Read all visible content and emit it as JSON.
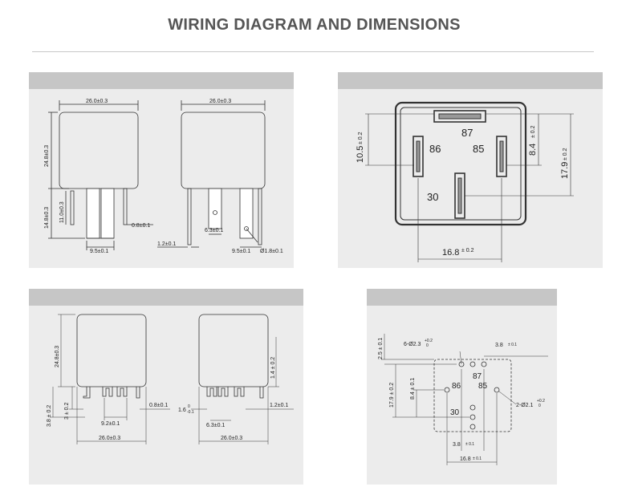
{
  "page": {
    "title": "WIRING DIAGRAM AND DIMENSIONS"
  },
  "panel1": {
    "width_top_left": "26.0±0.3",
    "width_top_right": "26.0±0.3",
    "height_body": "24.8±0.3",
    "height_pins_outer": "14.8±0.3",
    "height_pins_inner": "11.0±0.3",
    "pin_thickness": "0.8±0.1",
    "pin_spacing_left": "9.5±0.1",
    "pin_offset": "1.2±0.1",
    "pin_width": "6.3±0.1",
    "pin_spacing_right": "9.5±0.1",
    "hole_diameter": "Ø1.8±0.1"
  },
  "panel2": {
    "dim_left": "10.5",
    "dim_left_tol": "± 0.2",
    "dim_right_inner": "8.4",
    "dim_right_inner_tol": "± 0.2",
    "dim_right_outer": "17.9",
    "dim_right_outer_tol": "± 0.2",
    "dim_bottom": "16.8",
    "dim_bottom_tol": "± 0.2",
    "pin_87": "87",
    "pin_86": "86",
    "pin_85": "85",
    "pin_30": "30"
  },
  "panel3": {
    "height_body": "24.8±0.3",
    "pin_height_outer": "3.8 ± 0.2",
    "pin_height_inner": "3 ± 0.2",
    "pin_spacing": "9.2±0.1",
    "width_left": "26.0±0.3",
    "pin_thickness": "0.8±0.1",
    "shoulder_height": "1.4 ± 0.2",
    "offset_label": "1.6",
    "offset_tol_top": "0",
    "offset_tol_bottom": "-0.1",
    "pin_offset": "1.2±0.1",
    "pin_width": "6.3±0.1",
    "width_right": "26.0±0.3"
  },
  "panel4": {
    "top_offset": "2.5 ± 0.1",
    "hole_big": "6-Ø2.3",
    "hole_big_tol_top": "+0.2",
    "hole_big_tol_bottom": "0",
    "pitch_top": "3.8",
    "pitch_top_tol": "± 0.1",
    "pin_87": "87",
    "pin_86": "86",
    "pin_85": "85",
    "pin_30": "30",
    "dim_inner": "8.4 ± 0.1",
    "dim_outer": "17.9 ± 0.2",
    "hole_small": "2-Ø2.1",
    "hole_small_tol_top": "+0.2",
    "hole_small_tol_bottom": "0",
    "pitch_bottom": "3.8",
    "pitch_bottom_tol": "± 0.1",
    "width": "16.8",
    "width_tol": "± 0.1"
  }
}
